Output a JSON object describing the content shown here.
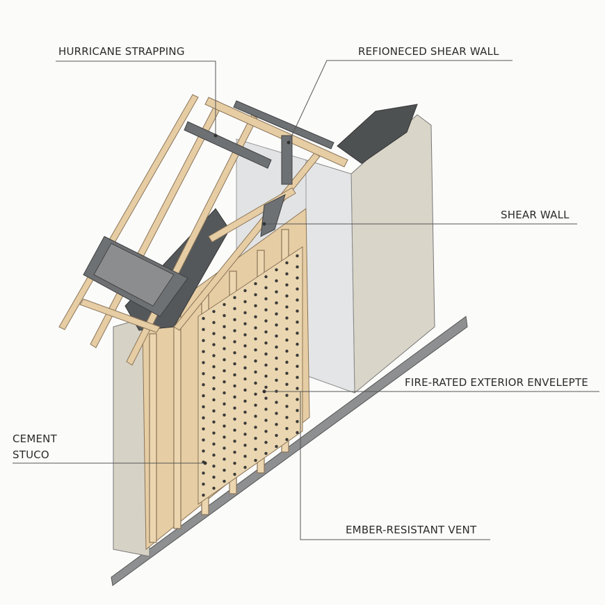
{
  "labels": {
    "hurricane_strapping": "HURRICANE STRAPPING",
    "reinforced_shear_wall": "REFIONECED SHEAR WALL",
    "shear_wall": "SHEAR WALL",
    "fire_rated_envelope": "FIRE-RATED EXTERIOR ENVELEPTE",
    "cement_stucco_line1": "CEMENT",
    "cement_stucco_line2": "STUCO",
    "ember_vent": "EMBER-RESISTANT VENT"
  },
  "colors": {
    "wood": "#e6cda4",
    "wood_edge": "#8a7458",
    "stucco": "#d9d5c8",
    "drywall": "#e4e5e6",
    "metal": "#6e7174",
    "insulation": "#55585a",
    "board": "#ead6b0",
    "leader": "#555555"
  }
}
